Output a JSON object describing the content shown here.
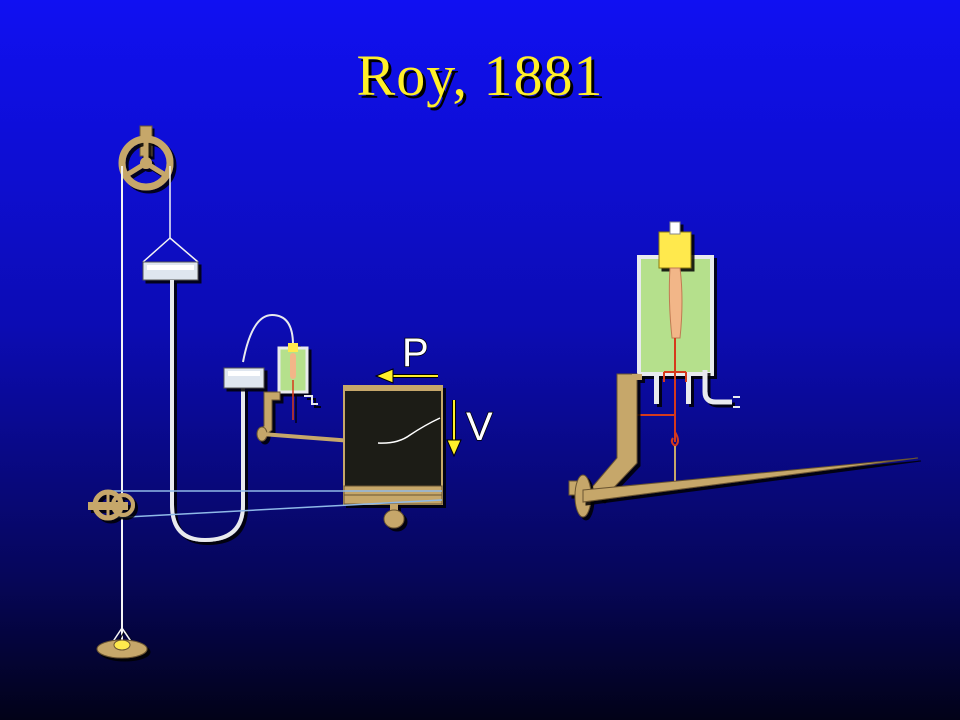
{
  "slide": {
    "title": "Roy, 1881"
  },
  "diagram": {
    "pressure_label": "P",
    "volume_label": "V"
  },
  "colors": {
    "background_top": "#1010f2",
    "background_bottom": "#020218",
    "title": "#ffef2a",
    "brass": "#c6a76a",
    "bath_green": "#b5e08c",
    "muscle": "#f2b688",
    "drum": "#1e1a16",
    "clamp_yellow": "#ffe94d",
    "lead_red": "#d63a1c"
  }
}
